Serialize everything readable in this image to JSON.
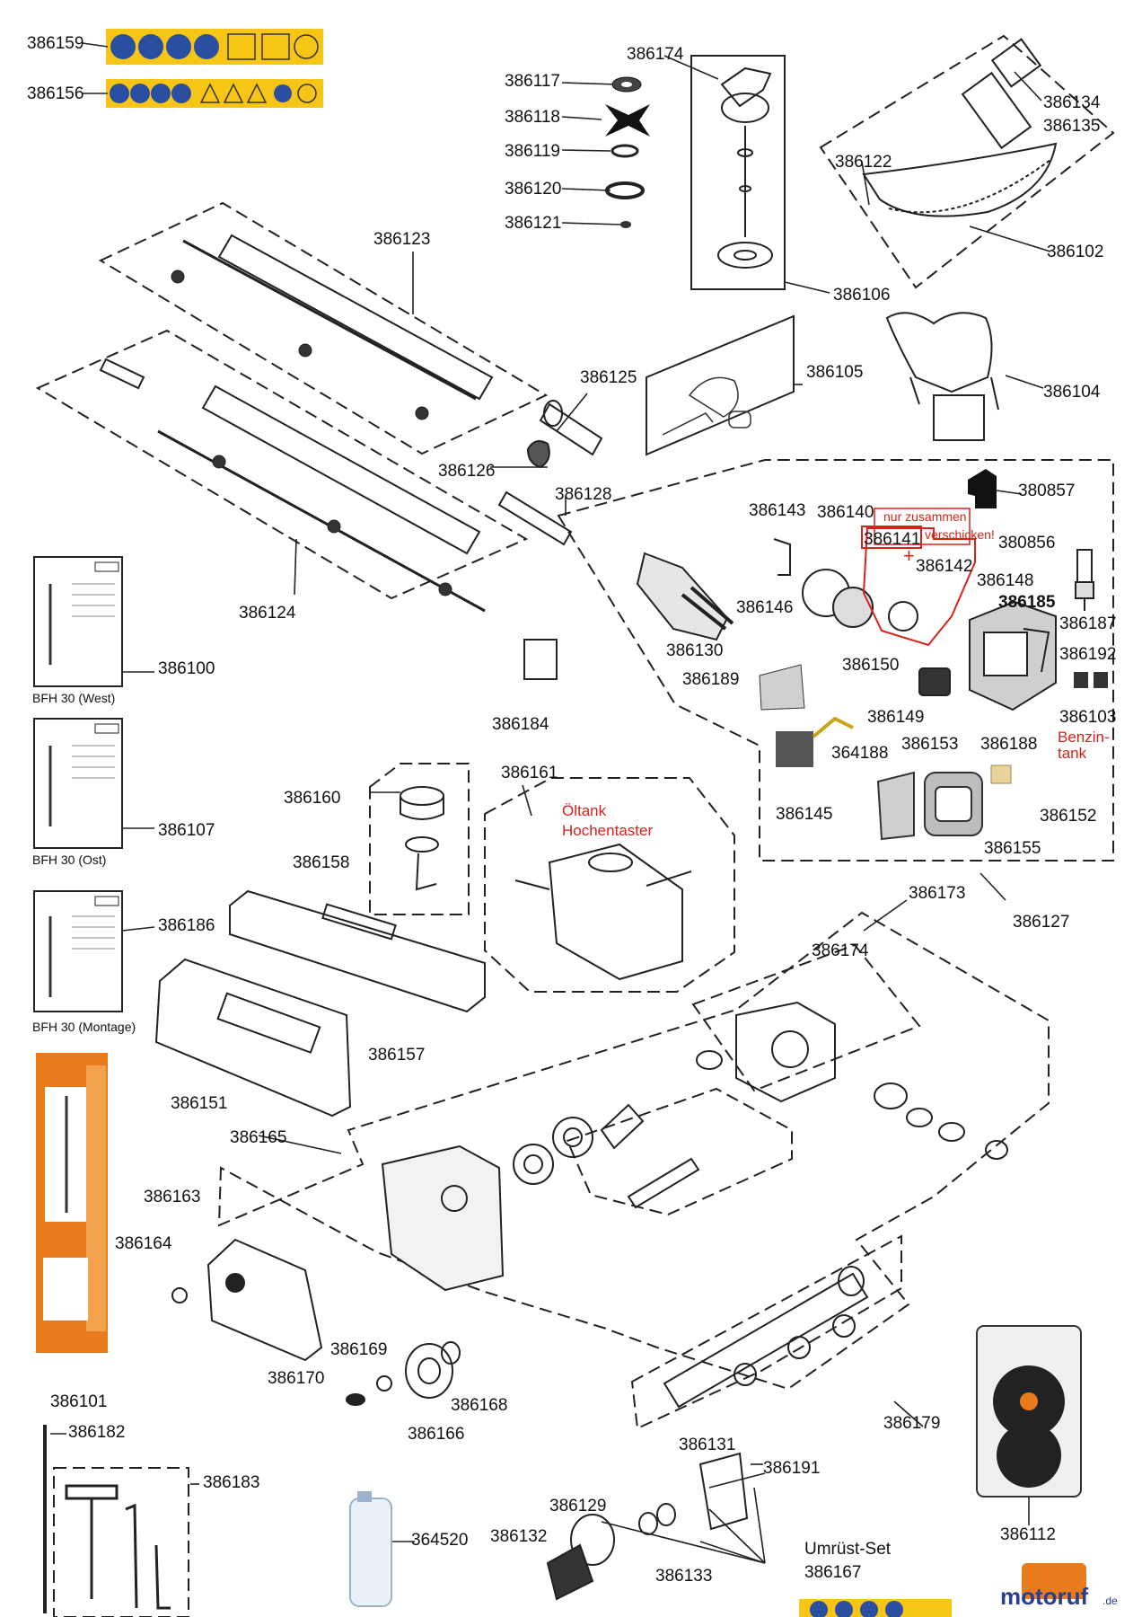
{
  "labels": {
    "p386159": "386159",
    "p386156": "386156",
    "p386117": "386117",
    "p386118": "386118",
    "p386119": "386119",
    "p386120": "386120",
    "p386121": "386121",
    "p386174a": "386174",
    "p386134": "386134",
    "p386135": "386135",
    "p386122": "386122",
    "p386102": "386102",
    "p386106": "386106",
    "p386123": "386123",
    "p386125": "386125",
    "p386126": "386126",
    "p386128": "386128",
    "p386124": "386124",
    "p386105": "386105",
    "p386104": "386104",
    "p380857": "380857",
    "p386143": "386143",
    "p386140": "386140",
    "p386141": "386141",
    "p386142": "386142",
    "p380856": "380856",
    "p386148": "386148",
    "p386185": "386185",
    "p386146": "386146",
    "p386130": "386130",
    "p386187": "386187",
    "p386192": "386192",
    "p386150": "386150",
    "p386189": "386189",
    "p386149": "386149",
    "p386153": "386153",
    "p386188": "386188",
    "p386103": "386103",
    "p364188": "364188",
    "p386145": "386145",
    "p386152": "386152",
    "p386155": "386155",
    "p386127": "386127",
    "p386100": "386100",
    "p386184": "386184",
    "p386107": "386107",
    "p386160": "386160",
    "p386161": "386161",
    "p386158": "386158",
    "p386173": "386173",
    "p386174b": "386174",
    "p386186": "386186",
    "p386157": "386157",
    "p386151": "386151",
    "p386165": "386165",
    "p386163": "386163",
    "p386164": "386164",
    "p386169": "386169",
    "p386170": "386170",
    "p386168": "386168",
    "p386166": "386166",
    "p386179": "386179",
    "p386101": "386101",
    "p386182": "386182",
    "p386183": "386183",
    "p386131": "386131",
    "p386191": "386191",
    "p386129": "386129",
    "p386132": "386132",
    "p364520": "364520",
    "p386133": "386133",
    "p386167": "386167",
    "p386112": "386112"
  },
  "notes": {
    "nur_zusammen": "nur zusammen",
    "verschicken": "verschicken!",
    "plus": "+",
    "benzintank_1": "Benzin-",
    "benzintank_2": "tank",
    "oeltank_1": "Öltank",
    "oeltank_2": "Hochentaster",
    "umruest_set": "Umrüst-Set"
  },
  "captions": {
    "manual_west": "BFH 30 (West)",
    "manual_ost": "BFH 30 (Ost)",
    "manual_montage": "BFH 30 (Montage)"
  },
  "watermark": {
    "brand_main": "motoruf",
    "brand_tld": ".de"
  },
  "colors": {
    "label_red": "#d8221b",
    "sticker_yellow": "#f6c516",
    "icon_blue": "#2a4fa0",
    "box_orange": "#e87b1c",
    "line": "#222222"
  }
}
